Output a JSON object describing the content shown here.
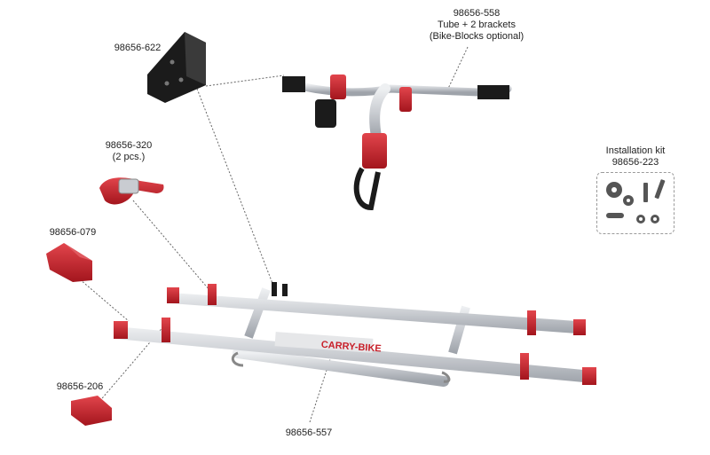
{
  "labels": {
    "tube": {
      "code": "98656-558",
      "line2": "Tube + 2 brackets",
      "line3": "(Bike-Blocks optional)"
    },
    "wall_bracket": {
      "code": "98656-622"
    },
    "strap": {
      "code": "98656-320",
      "line2": "(2 pcs.)"
    },
    "wheel_holder": {
      "code": "98656-079"
    },
    "end_cap": {
      "code": "98656-206"
    },
    "rack": {
      "code": "98656-557"
    },
    "installation_kit": {
      "title": "Installation kit",
      "code": "98656-223"
    }
  },
  "rack_branding": "CARRY-BIKE",
  "colors": {
    "accent_red": "#c8202a",
    "aluminium": "#c9ccd1",
    "black_part": "#1b1b1b",
    "leader_line": "#666666"
  }
}
